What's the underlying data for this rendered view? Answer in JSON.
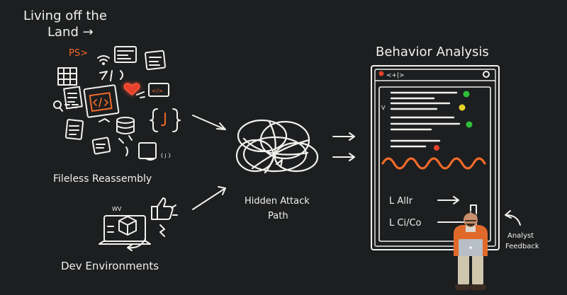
{
  "colors": {
    "background": "#1c1e20",
    "chalk": "#f1f1ec",
    "orange_accent": "#f06a2a",
    "red_accent": "#e8412a",
    "green_dot": "#2fbf3a",
    "yellow_dot": "#e6d42a"
  },
  "labels": {
    "title_line1": "Living off the",
    "title_line2": "Land →",
    "ps_prompt": "PS>",
    "fileless": "Fileless Reassembly",
    "dev_env": "Dev Environments",
    "hidden_line1": "Hidden Attack",
    "hidden_line2": "Path",
    "behavior": "Behavior Analysis",
    "analyst_line1": "Analyst",
    "analyst_line2": "Feedback",
    "screen_tab": "<+|>",
    "screen_v": "V",
    "row_alert": "L AlIr",
    "row_cico": "L Ci/Co",
    "wv": "WV",
    "code_tag": "</>",
    "json_braces": "{ J }"
  },
  "icons": [
    "terminal-window-icon",
    "document-icon",
    "grid-table-icon",
    "code-window-icon",
    "heart-icon",
    "chat-bubble-icon",
    "magnifier-icon",
    "database-icon",
    "wifi-icon",
    "laptop-icon",
    "cube-icon",
    "thumbs-up-icon",
    "lightning-icon"
  ]
}
